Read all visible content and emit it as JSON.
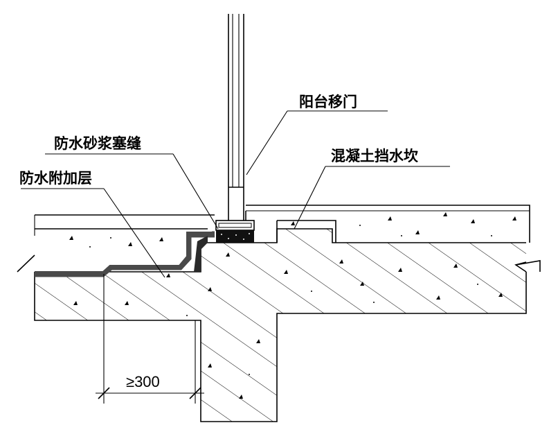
{
  "labels": {
    "balcony_door": "阳台移门",
    "mortar_seal": "防水砂浆塞缝",
    "concrete_curb": "混凝土挡水坎",
    "additional_layer": "防水附加层"
  },
  "dimension": {
    "min_width": "≥300"
  },
  "colors": {
    "line": "#000000",
    "membrane": "#4a4a4a",
    "background": "#ffffff"
  }
}
